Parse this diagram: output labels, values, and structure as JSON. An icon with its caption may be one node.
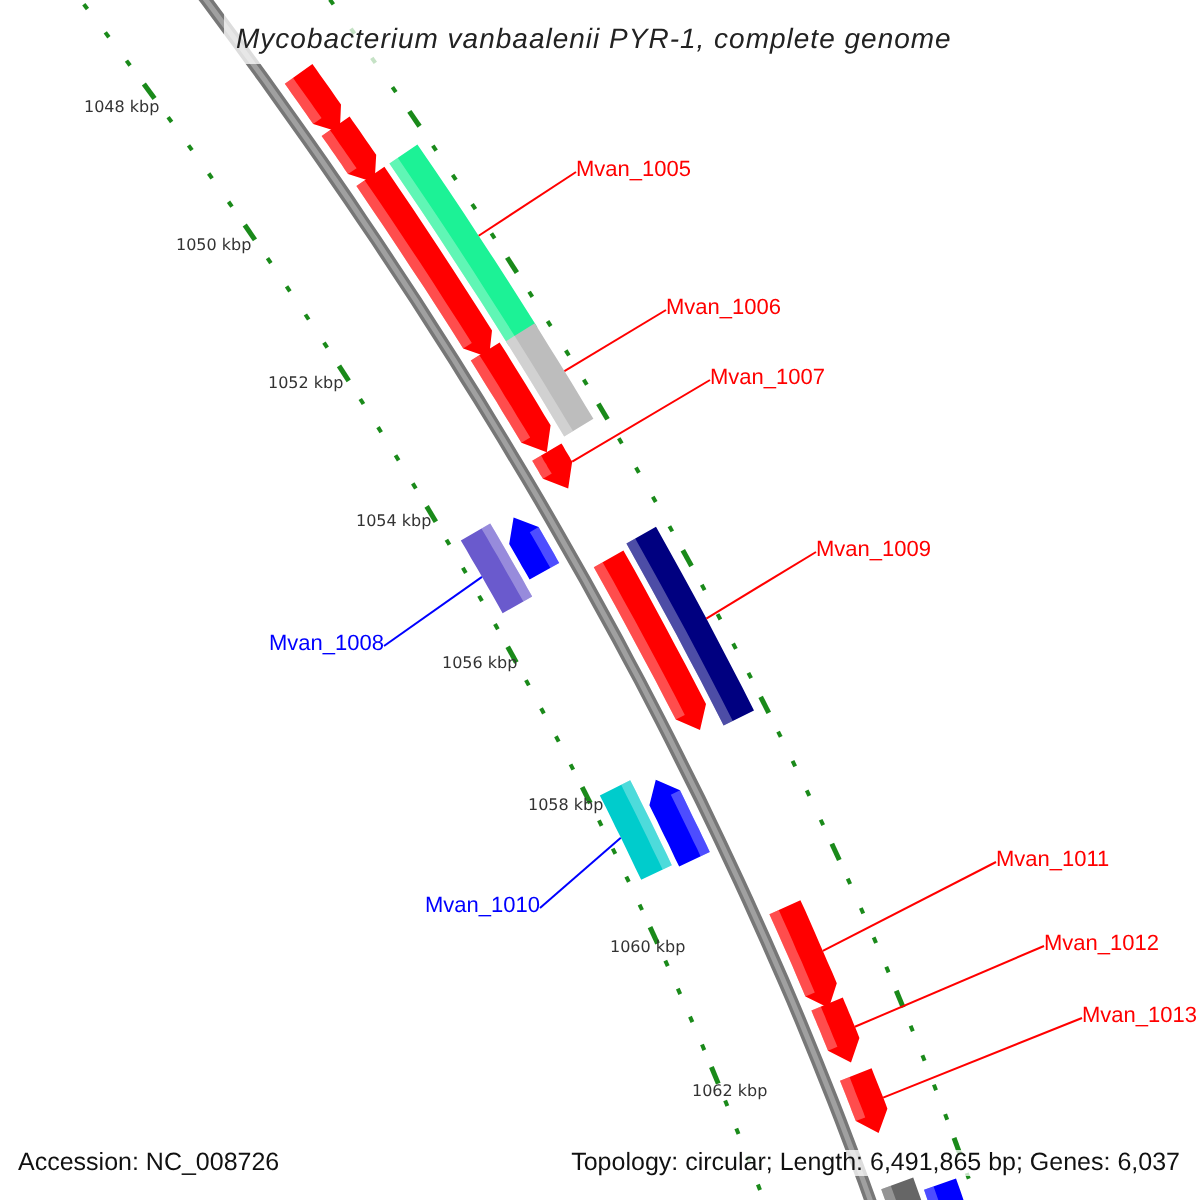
{
  "diagram": {
    "title": "Mycobacterium vanbaalenii PYR-1, complete genome",
    "nodes": [
      {
        "text": [
          "Mvan_1005"
        ]
      },
      {
        "text": [
          "Mvan_1006"
        ]
      },
      {
        "text": [
          "Mvan_1007"
        ]
      },
      {
        "text": [
          "Mvan_1008"
        ]
      },
      {
        "text": [
          "Mvan_1009"
        ]
      },
      {
        "text": [
          "Mvan_1010"
        ]
      },
      {
        "text": [
          "Mvan_1011"
        ]
      },
      {
        "text": [
          "Mvan_1012"
        ]
      },
      {
        "text": [
          "Mvan_1013"
        ]
      },
      {
        "text": [],
        "shape": "bar"
      },
      {
        "text": [],
        "shape": "bar"
      },
      {
        "text": [],
        "shape": "bar"
      },
      {
        "text": [],
        "shape": "bar"
      },
      {
        "text": [],
        "shape": "bar"
      },
      {
        "text": [],
        "shape": "bar"
      },
      {
        "text": [],
        "shape": "bar"
      },
      {
        "text": [],
        "shape": "bar"
      },
      {
        "text": [],
        "shape": "bar"
      },
      {
        "text": [],
        "shape": "bar"
      },
      {
        "text": [],
        "shape": "bar"
      },
      {
        "text": [],
        "shape": "bar"
      },
      {
        "text": [],
        "shape": "bar"
      },
      {
        "text": [],
        "shape": "bar"
      },
      {
        "text": [],
        "shape": "bar"
      },
      {
        "text": [],
        "shape": "bar"
      },
      {
        "text": [],
        "shape": "bar"
      },
      {
        "text": [],
        "shape": "bar"
      }
    ],
    "edges": [
      {
        "from": 0,
        "to": 12,
        "arrow": "none"
      },
      {
        "from": 1,
        "to": 14,
        "arrow": "none"
      },
      {
        "from": 2,
        "to": 15,
        "arrow": "none"
      },
      {
        "from": 3,
        "to": 16,
        "arrow": "none",
        "color": "#0000ff"
      },
      {
        "from": 4,
        "to": 19,
        "arrow": "none"
      },
      {
        "from": 5,
        "to": 20,
        "arrow": "none",
        "color": "#0000ff"
      },
      {
        "from": 6,
        "to": 22,
        "arrow": "none"
      },
      {
        "from": 7,
        "to": 23,
        "arrow": "none"
      },
      {
        "from": 8,
        "to": 24,
        "arrow": "none"
      }
    ],
    "labels": [
      "1048 kbp",
      "1050 kbp",
      "1052 kbp",
      "1054 kbp",
      "1056 kbp",
      "1058 kbp",
      "1060 kbp",
      "1062 kbp",
      "Accession: NC_008726",
      "Topology: circular; Length: 6,491,865 bp; Genes: 6,037"
    ]
  }
}
